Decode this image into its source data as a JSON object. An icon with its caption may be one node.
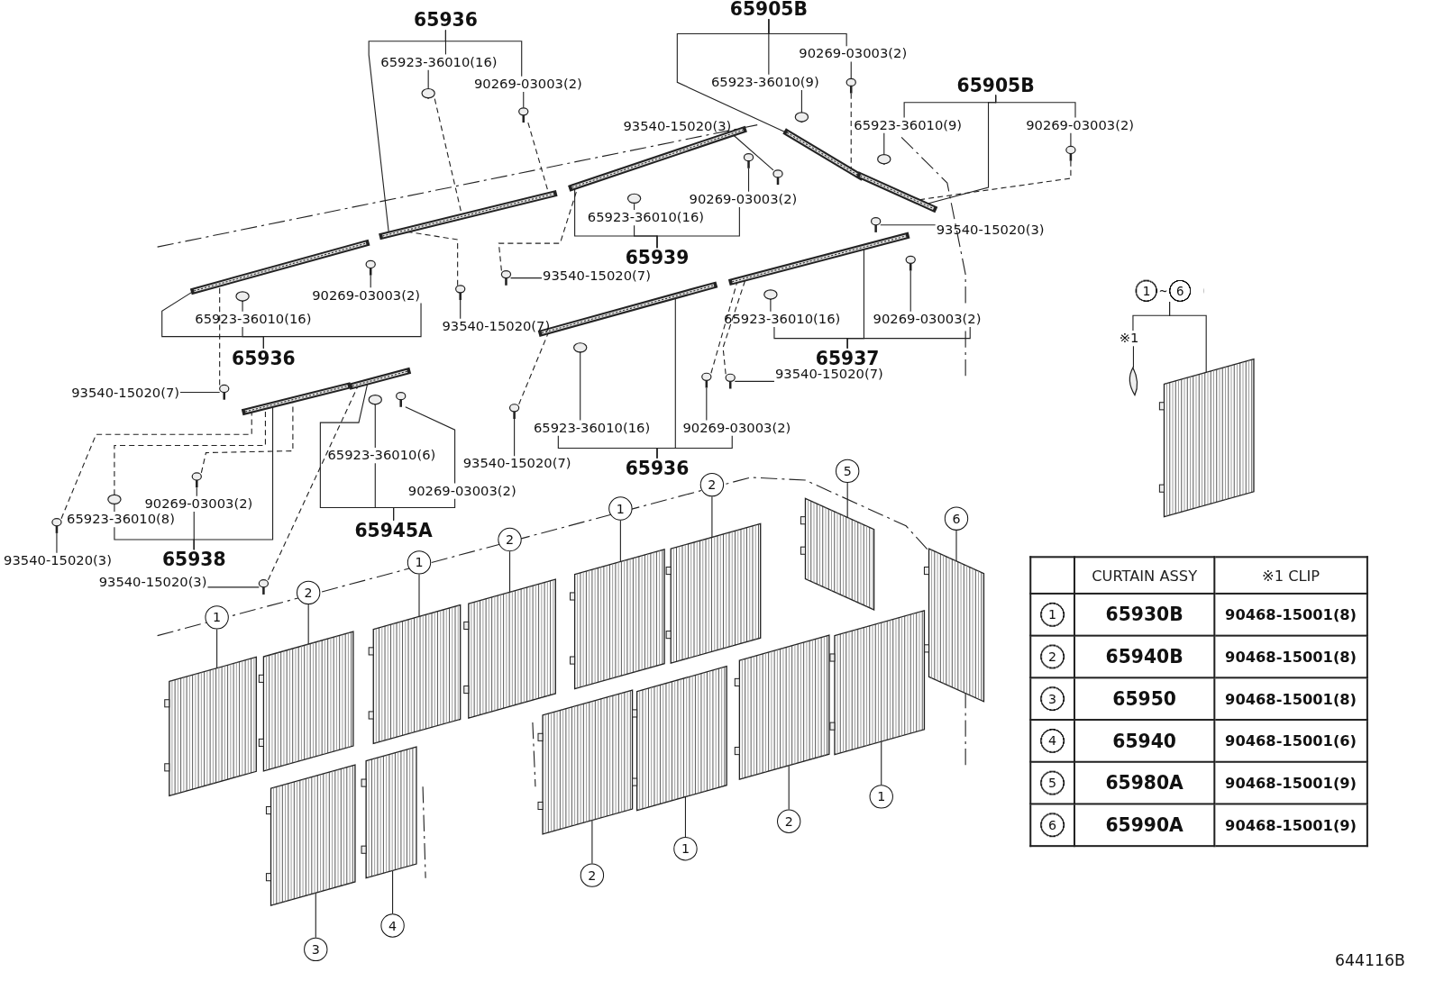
{
  "diagram": {
    "nodes": [
      {
        "text": [
          "65923-36010(16)"
        ]
      },
      {
        "text": [
          "90269-03003(2)"
        ]
      },
      {
        "text": [
          "90269-03003(2)"
        ]
      },
      {
        "text": [
          "65923-36010(9)"
        ]
      },
      {
        "text": [
          "65923-36010(9)"
        ]
      },
      {
        "text": [
          "90269-03003(2)"
        ]
      },
      {
        "text": [
          "93540-15020(3)"
        ]
      },
      {
        "text": [
          "90269-03003(2)"
        ]
      },
      {
        "text": [
          "65923-36010(16)"
        ]
      },
      {
        "text": [
          "93540-15020(3)"
        ]
      },
      {
        "text": [
          "93540-15020(7)"
        ]
      },
      {
        "text": [
          "90269-03003(2)"
        ]
      },
      {
        "text": [
          "65923-36010(16)"
        ]
      },
      {
        "text": [
          "93540-15020(7)"
        ]
      },
      {
        "text": [
          "65923-36010(16)"
        ]
      },
      {
        "text": [
          "90269-03003(2)"
        ]
      },
      {
        "text": [
          "93540-15020(7)"
        ]
      },
      {
        "text": [
          "93540-15020(7)"
        ]
      },
      {
        "text": [
          "65923-36010(6)"
        ]
      },
      {
        "text": [
          "90269-03003(2)"
        ]
      },
      {
        "text": [
          "65923-36010(16)"
        ]
      },
      {
        "text": [
          "90269-03003(2)"
        ]
      },
      {
        "text": [
          "93540-15020(7)"
        ]
      },
      {
        "text": [
          "90269-03003(2)"
        ]
      },
      {
        "text": [
          "65923-36010(8)"
        ]
      },
      {
        "text": [
          "93540-15020(3)"
        ]
      },
      {
        "text": [
          "93540-15020(3)"
        ]
      },
      {
        "text": [
          "1~6"
        ]
      },
      {
        "text": [
          "※1"
        ]
      },
      {
        "text": [
          "1"
        ]
      },
      {
        "text": [
          "2"
        ]
      },
      {
        "text": [
          "1"
        ]
      },
      {
        "text": [
          "2"
        ]
      },
      {
        "text": [
          "1"
        ]
      },
      {
        "text": [
          "2"
        ]
      },
      {
        "text": [
          "5"
        ]
      },
      {
        "text": [
          "6"
        ]
      },
      {
        "text": [
          "3"
        ]
      },
      {
        "text": [
          "4"
        ]
      },
      {
        "text": [
          "2"
        ]
      },
      {
        "text": [
          "1"
        ]
      },
      {
        "text": [
          "2"
        ]
      },
      {
        "text": [
          "1"
        ]
      },
      {
        "text": [
          "65936"
        ]
      },
      {
        "text": [
          "65905B"
        ]
      },
      {
        "text": [
          "65905B"
        ]
      },
      {
        "text": [
          "65939"
        ]
      },
      {
        "text": [
          "65936"
        ]
      },
      {
        "text": [
          "65937"
        ]
      },
      {
        "text": [
          "65936"
        ]
      },
      {
        "text": [
          "65945A"
        ]
      },
      {
        "text": [
          "65938"
        ]
      },
      {
        "text": [],
        "shape": "bar"
      },
      {
        "text": [],
        "shape": "bar"
      },
      {
        "text": [],
        "shape": "bar"
      },
      {
        "text": [],
        "shape": "bar"
      },
      {
        "text": [],
        "shape": "bar"
      },
      {
        "text": [],
        "shape": "bar"
      },
      {
        "text": [],
        "shape": "bar"
      },
      {
        "text": [],
        "shape": "bar"
      },
      {
        "text": [],
        "shape": "bar"
      },
      {
        "text": [],
        "shape": "picture"
      },
      {
        "text": [],
        "shape": "picture"
      },
      {
        "text": [],
        "shape": "picture"
      },
      {
        "text": [],
        "shape": "picture"
      },
      {
        "text": [],
        "shape": "picture"
      },
      {
        "text": [],
        "shape": "picture"
      },
      {
        "text": [],
        "shape": "picture"
      },
      {
        "text": [],
        "shape": "picture"
      },
      {
        "text": [],
        "shape": "picture"
      },
      {
        "text": [],
        "shape": "picture"
      },
      {
        "text": [],
        "shape": "picture"
      },
      {
        "text": [],
        "shape": "picture"
      },
      {
        "text": [],
        "shape": "picture"
      },
      {
        "text": [],
        "shape": "picture"
      },
      {
        "text": [],
        "shape": "picture"
      },
      {
        "text": [],
        "shape": "picture"
      },
      {
        "text": [],
        "shape": "picture"
      },
      {
        "text": [],
        "shape": "picture"
      },
      {
        "text": [],
        "shape": "picture"
      },
      {
        "text": [],
        "shape": "picture"
      },
      {
        "text": [],
        "shape": "picture"
      },
      {
        "text": [],
        "shape": "picture"
      },
      {
        "text": [],
        "shape": "picture"
      },
      {
        "text": [],
        "shape": "picture"
      },
      {
        "text": [],
        "shape": "picture"
      },
      {
        "text": [],
        "shape": "picture"
      },
      {
        "text": [],
        "shape": "picture"
      },
      {
        "text": [],
        "shape": "picture"
      },
      {
        "text": [],
        "shape": "picture"
      },
      {
        "text": [],
        "shape": "picture"
      },
      {
        "text": [],
        "shape": "picture"
      },
      {
        "text": [],
        "shape": "picture"
      },
      {
        "text": [],
        "shape": "picture"
      },
      {
        "text": [],
        "shape": "picture"
      },
      {
        "text": [],
        "shape": "picture"
      },
      {
        "text": [],
        "shape": "picture"
      },
      {
        "text": [],
        "shape": "picture"
      },
      {
        "text": [],
        "shape": "picture"
      },
      {
        "text": [],
        "shape": "picture"
      },
      {
        "text": [],
        "shape": "picture"
      },
      {
        "text": [],
        "shape": "picture"
      },
      {
        "text": [],
        "shape": "picture"
      },
      {
        "text": [],
        "shape": "picture"
      }
    ],
    "edges": [
      {
        "from": 0,
        "to": 76,
        "arrow": "none"
      },
      {
        "from": 1,
        "to": 77,
        "arrow": "none"
      },
      {
        "from": 2,
        "to": 78,
        "arrow": "none"
      },
      {
        "from": 3,
        "to": 79,
        "arrow": "none"
      },
      {
        "from": 4,
        "to": 80,
        "arrow": "none"
      },
      {
        "from": 5,
        "to": 81,
        "arrow": "none"
      },
      {
        "from": 6,
        "to": 82,
        "arrow": "none"
      },
      {
        "from": 7,
        "to": 83,
        "arrow": "none"
      },
      {
        "from": 8,
        "to": 84,
        "arrow": "none"
      },
      {
        "from": 9,
        "to": 85,
        "arrow": "none"
      },
      {
        "from": 10,
        "to": 86,
        "arrow": "none"
      },
      {
        "from": 11,
        "to": 87,
        "arrow": "none"
      },
      {
        "from": 12,
        "to": 88,
        "arrow": "none"
      },
      {
        "from": 13,
        "to": 89,
        "arrow": "none"
      },
      {
        "from": 14,
        "to": 90,
        "arrow": "none"
      },
      {
        "from": 15,
        "to": 91,
        "arrow": "none"
      },
      {
        "from": 16,
        "to": 92,
        "arrow": "none"
      },
      {
        "from": 17,
        "to": 93,
        "arrow": "none"
      },
      {
        "from": 18,
        "to": 94,
        "arrow": "none"
      },
      {
        "from": 19,
        "to": 95,
        "arrow": "none"
      },
      {
        "from": 20,
        "to": 96,
        "arrow": "none"
      },
      {
        "from": 21,
        "to": 97,
        "arrow": "none"
      },
      {
        "from": 22,
        "to": 98,
        "arrow": "none"
      },
      {
        "from": 23,
        "to": 99,
        "arrow": "none"
      },
      {
        "from": 24,
        "to": 100,
        "arrow": "none"
      },
      {
        "from": 25,
        "to": 101,
        "arrow": "none"
      },
      {
        "from": 26,
        "to": 102,
        "arrow": "none"
      },
      {
        "from": 27,
        "to": 28,
        "arrow": "none"
      },
      {
        "from": 27,
        "to": 75,
        "arrow": "none"
      },
      {
        "from": 28,
        "to": 103,
        "arrow": "none"
      },
      {
        "from": 29,
        "to": 61,
        "arrow": "none"
      },
      {
        "from": 30,
        "to": 62,
        "arrow": "none"
      },
      {
        "from": 31,
        "to": 63,
        "arrow": "none"
      },
      {
        "from": 32,
        "to": 64,
        "arrow": "none"
      },
      {
        "from": 33,
        "to": 65,
        "arrow": "none"
      },
      {
        "from": 34,
        "to": 66,
        "arrow": "none"
      },
      {
        "from": 35,
        "to": 67,
        "arrow": "none"
      },
      {
        "from": 36,
        "to": 68,
        "arrow": "none"
      },
      {
        "from": 37,
        "to": 69,
        "arrow": "none"
      },
      {
        "from": 38,
        "to": 70,
        "arrow": "none"
      },
      {
        "from": 39,
        "to": 71,
        "arrow": "none"
      },
      {
        "from": 40,
        "to": 72,
        "arrow": "none"
      },
      {
        "from": 41,
        "to": 73,
        "arrow": "none"
      },
      {
        "from": 42,
        "to": 74,
        "arrow": "none"
      },
      {
        "from": 43,
        "to": 53,
        "arrow": "none"
      },
      {
        "from": 43,
        "to": 0,
        "arrow": "none"
      },
      {
        "from": 43,
        "to": 1,
        "arrow": "none"
      },
      {
        "from": 44,
        "to": 59,
        "arrow": "none"
      },
      {
        "from": 44,
        "to": 3,
        "arrow": "none"
      },
      {
        "from": 44,
        "to": 2,
        "arrow": "none"
      },
      {
        "from": 45,
        "to": 4,
        "arrow": "none"
      },
      {
        "from": 45,
        "to": 60,
        "arrow": "none"
      },
      {
        "from": 45,
        "to": 5,
        "arrow": "none"
      },
      {
        "from": 46,
        "to": 54,
        "arrow": "none"
      },
      {
        "from": 46,
        "to": 8,
        "arrow": "none"
      },
      {
        "from": 46,
        "to": 7,
        "arrow": "none"
      },
      {
        "from": 47,
        "to": 52,
        "arrow": "none"
      },
      {
        "from": 47,
        "to": 12,
        "arrow": "none"
      },
      {
        "from": 47,
        "to": 11,
        "arrow": "none"
      },
      {
        "from": 48,
        "to": 14,
        "arrow": "none"
      },
      {
        "from": 48,
        "to": 56,
        "arrow": "none"
      },
      {
        "from": 48,
        "to": 15,
        "arrow": "none"
      },
      {
        "from": 49,
        "to": 20,
        "arrow": "none"
      },
      {
        "from": 49,
        "to": 55,
        "arrow": "none"
      },
      {
        "from": 49,
        "to": 21,
        "arrow": "none"
      },
      {
        "from": 50,
        "to": 58,
        "arrow": "none"
      },
      {
        "from": 50,
        "to": 18,
        "arrow": "none"
      },
      {
        "from": 50,
        "to": 19,
        "arrow": "none"
      },
      {
        "from": 51,
        "to": 24,
        "arrow": "none"
      },
      {
        "from": 51,
        "to": 23,
        "arrow": "none"
      },
      {
        "from": 51,
        "to": 57,
        "arrow": "none"
      },
      {
        "from": 76,
        "to": 53,
        "arrow": "none",
        "style": "dashed"
      },
      {
        "from": 77,
        "to": 53,
        "arrow": "none",
        "style": "dashed"
      },
      {
        "from": 89,
        "to": 53,
        "arrow": "none",
        "style": "dashed"
      },
      {
        "from": 86,
        "to": 54,
        "arrow": "none",
        "style": "dashed"
      },
      {
        "from": 93,
        "to": 52,
        "arrow": "none",
        "style": "dashed"
      },
      {
        "from": 100,
        "to": 57,
        "arrow": "none",
        "style": "dashed"
      },
      {
        "from": 101,
        "to": 57,
        "arrow": "none",
        "style": "dashed"
      },
      {
        "from": 99,
        "to": 57,
        "arrow": "none",
        "style": "dashed"
      },
      {
        "from": 102,
        "to": 58,
        "arrow": "none",
        "style": "dashed"
      },
      {
        "from": 98,
        "to": 55,
        "arrow": "none",
        "style": "dashed"
      },
      {
        "from": 97,
        "to": 56,
        "arrow": "none",
        "style": "dashed"
      },
      {
        "from": 92,
        "to": 56,
        "arrow": "none",
        "style": "dashed"
      },
      {
        "from": 81,
        "to": 60,
        "arrow": "none",
        "style": "dashed"
      },
      {
        "from": 78,
        "to": 59,
        "arrow": "none",
        "style": "dashed"
      }
    ],
    "labels": [
      "CURTAIN ASSY",
      "※1 CLIP",
      "1",
      "65930B",
      "90468-15001(8)",
      "2",
      "65940B",
      "90468-15001(8)",
      "3",
      "65950",
      "90468-15001(8)",
      "4",
      "65940",
      "90468-15001(6)",
      "5",
      "65980A",
      "90468-15001(9)",
      "6",
      "65990A",
      "90468-15001(9)",
      "644116B"
    ]
  }
}
